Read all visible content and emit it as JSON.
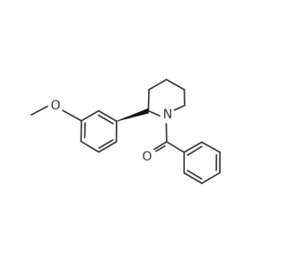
{
  "molecule": {
    "atoms": {
      "methoxy_oxygen": "O",
      "nitrogen": "N",
      "carbonyl_oxygen": "O"
    },
    "colors": {
      "bond": "#3a3a3a",
      "wedge": "#111111",
      "background": "#ffffff"
    }
  }
}
